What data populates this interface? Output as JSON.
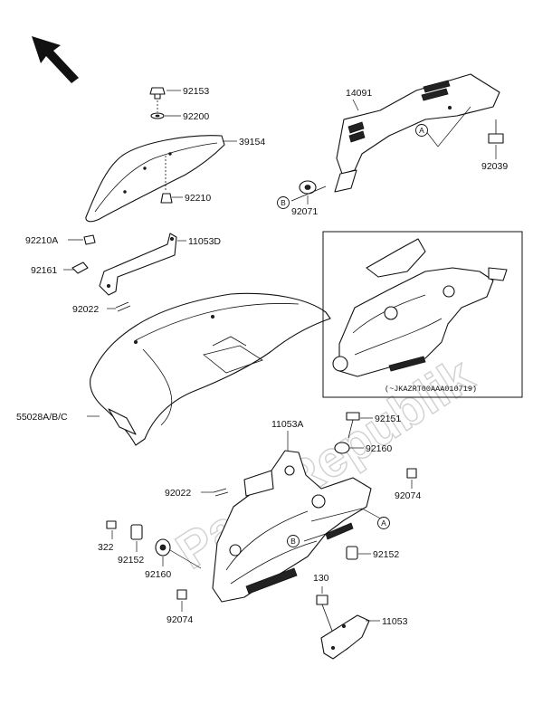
{
  "watermark": "PartsRepublik",
  "callouts": {
    "p92153": "92153",
    "p92200": "92200",
    "p39154": "39154",
    "p92210": "92210",
    "p92210a": "92210A",
    "p11053d": "11053D",
    "p92161": "92161",
    "p92022_top": "92022",
    "p55028": "55028A/B/C",
    "p14091": "14091",
    "p92039": "92039",
    "p92071": "92071",
    "p11053a": "11053A",
    "p92151": "92151",
    "p92160_right": "92160",
    "p92074_right": "92074",
    "p92022_bottom": "92022",
    "p322": "322",
    "p92152_left": "92152",
    "p92160_left": "92160",
    "p92074_left": "92074",
    "p92152_right": "92152",
    "p130": "130",
    "p11053": "11053"
  },
  "markers": {
    "a_top": "A",
    "b_top": "B",
    "a_bottom": "A",
    "b_bottom": "B"
  },
  "inset": {
    "serial_note": "(~JKAZRT00AAA010719)"
  }
}
